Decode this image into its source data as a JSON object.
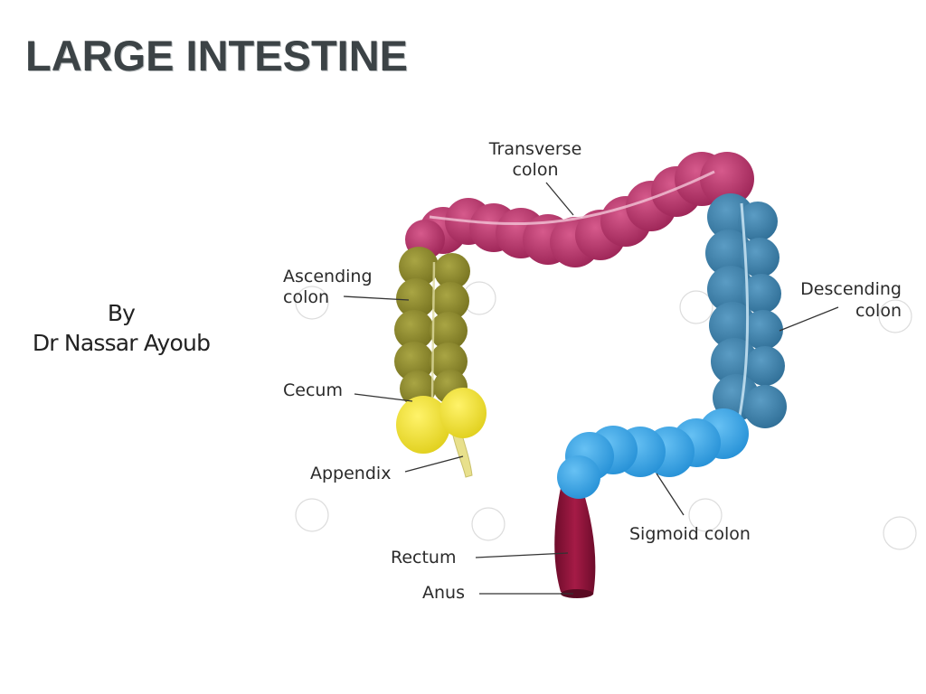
{
  "slide": {
    "title": "LARGE INTESTINE",
    "byline_line1": "By",
    "byline_line2": "Dr Nassar Ayoub"
  },
  "diagram": {
    "labels": {
      "transverse_line1": "Transverse",
      "transverse_line2": "colon",
      "ascending_line1": "Ascending",
      "ascending_line2": "colon",
      "descending_line1": "Descending",
      "descending_line2": "colon",
      "cecum": "Cecum",
      "appendix": "Appendix",
      "sigmoid": "Sigmoid colon",
      "rectum": "Rectum",
      "anus": "Anus"
    },
    "colors": {
      "transverse": "#b8356a",
      "ascending": "#8f8b2e",
      "descending": "#3f83ad",
      "sigmoid": "#3aa7e8",
      "cecum": "#f2e431",
      "appendix": "#e8e08c",
      "rectum": "#8c1238"
    }
  }
}
